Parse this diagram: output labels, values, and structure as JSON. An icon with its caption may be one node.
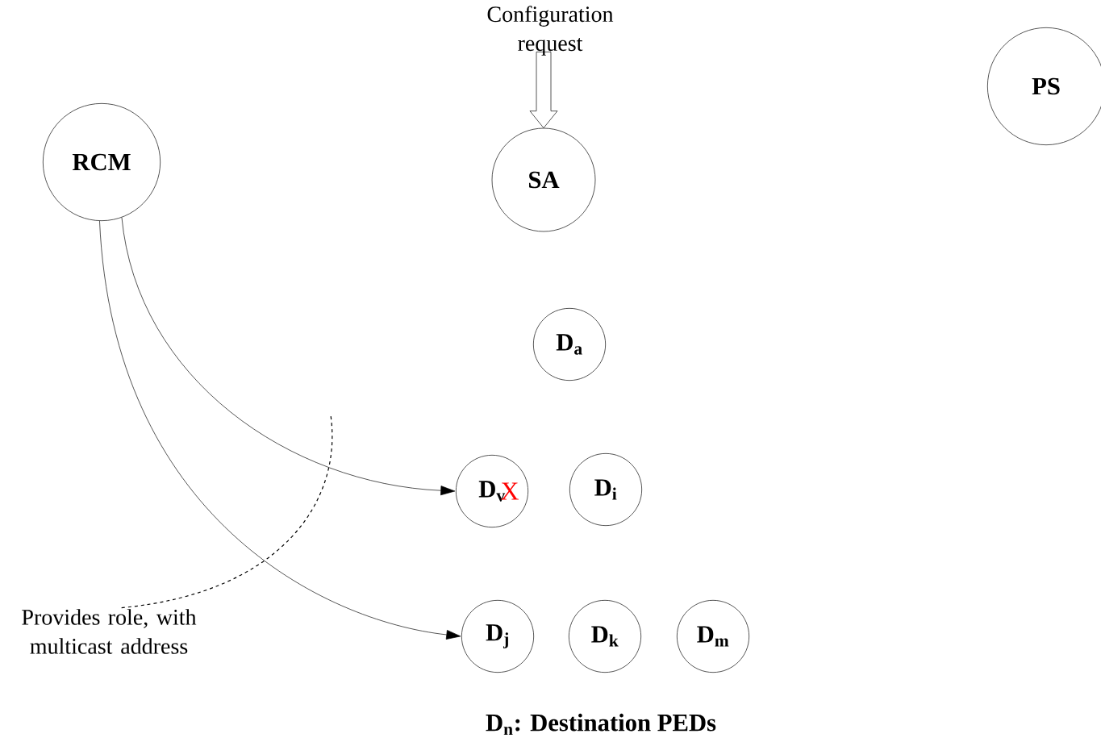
{
  "diagram": {
    "nodes": [
      {
        "text": [
          "RCM"
        ]
      },
      {
        "text": [
          "SA"
        ]
      },
      {
        "text": [
          "PS"
        ]
      },
      {
        "text": [
          "D$_{a}$"
        ]
      },
      {
        "text": [
          "D$_{v}$",
          "X"
        ]
      },
      {
        "text": [
          "D$_{i}$"
        ]
      },
      {
        "text": [
          "D$_{j}$"
        ]
      },
      {
        "text": [
          "D$_{k}$"
        ]
      },
      {
        "text": [
          "D$_{m}$"
        ]
      },
      {
        "text": [
          "Configuration request"
        ]
      },
      {
        "text": [
          "Provides role, with multicast address"
        ]
      }
    ],
    "edges": [
      {
        "from": 9,
        "to": 1,
        "arrow": "to"
      },
      {
        "from": 0,
        "to": 4,
        "arrow": "to"
      },
      {
        "from": 0,
        "to": 6,
        "arrow": "to"
      },
      {
        "from": 10,
        "to": null,
        "arrow": "none",
        "style": "dashed"
      }
    ],
    "labels": [
      "D$_{n}$: Destination PEDs"
    ]
  }
}
